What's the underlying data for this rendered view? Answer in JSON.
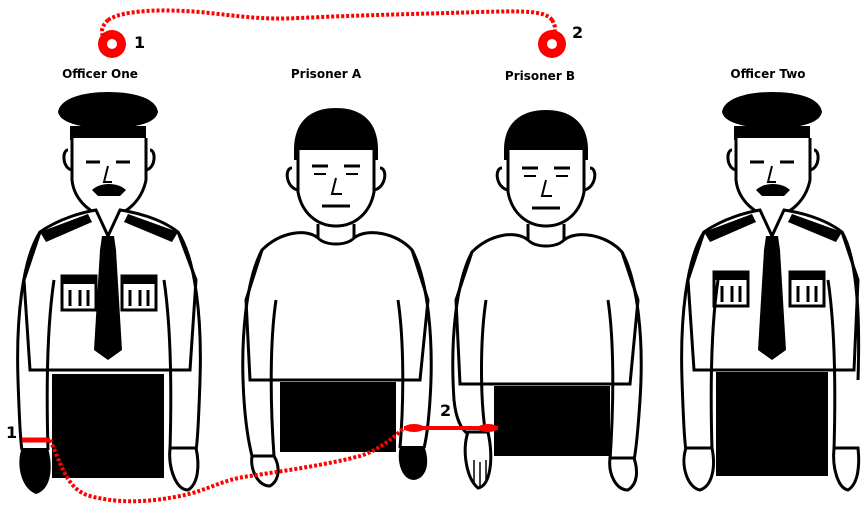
{
  "figures": [
    {
      "id": "officer-one",
      "label": "Officer One",
      "role": "officer"
    },
    {
      "id": "prisoner-a",
      "label": "Prisoner A",
      "role": "prisoner"
    },
    {
      "id": "prisoner-b",
      "label": "Prisoner B",
      "role": "prisoner"
    },
    {
      "id": "officer-two",
      "label": "Officer Two",
      "role": "officer"
    }
  ],
  "markers": {
    "top_cuff_1": "1",
    "top_cuff_2": "2",
    "wrist_cuff_1": "1",
    "wrist_cuff_2": "2"
  },
  "colors": {
    "chain": "#ff0000",
    "ink": "#000000",
    "background": "#ffffff"
  }
}
